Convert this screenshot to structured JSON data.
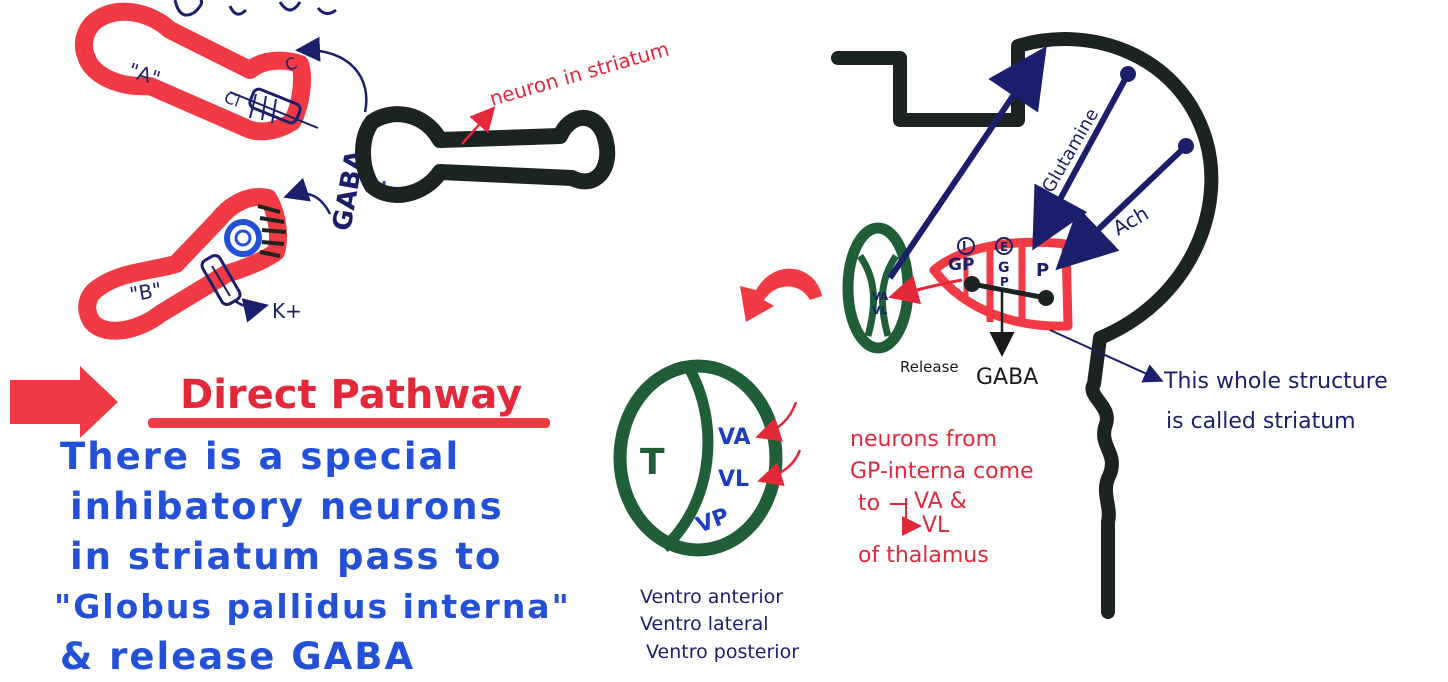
{
  "top_partial_text": "",
  "left_figure": {
    "neuron_a_label": "\"A\"",
    "neuron_b_label": "\"B\"",
    "chloride_label": "Cl",
    "potassium_label": "K+",
    "neurotransmitter_label": "GABA",
    "striatal_neuron_label": "neuron in striatum"
  },
  "direct_pathway": {
    "title": "Direct Pathway",
    "lines": [
      "There is a special",
      "inhibatory neurons",
      "in striatum pass to",
      "\"Globus pallidus interna\"",
      "& release GABA"
    ]
  },
  "thalamus": {
    "center_label": "T",
    "nuclei": [
      "VA",
      "VL",
      "VP"
    ],
    "caption_lines": [
      "Ventro anterior",
      "Ventro lateral",
      "Ventro posterior"
    ],
    "small_nuclei": [
      "VA",
      "VL"
    ]
  },
  "basal_ganglia": {
    "gp_label": "GP",
    "gp_sign": "I",
    "gpe_label": "G\nP",
    "gpe_sign": "E",
    "putamen_label": "P",
    "glutamine_label": "Glutamine",
    "ach_label": "Ach",
    "release_label": "Release",
    "release_transmitter": "GABA",
    "structure_note_lines": [
      "This whole structure",
      "is called striatum"
    ]
  },
  "projection_note": {
    "lines": [
      "neurons from",
      "GP-interna come",
      "to",
      "VA &",
      "VL",
      "of thalamus"
    ]
  },
  "colors": {
    "red": "#f23a45",
    "navy": "#1b1f6b",
    "green": "#1f5e36",
    "black": "#1b2323",
    "blue": "#2350d6"
  }
}
